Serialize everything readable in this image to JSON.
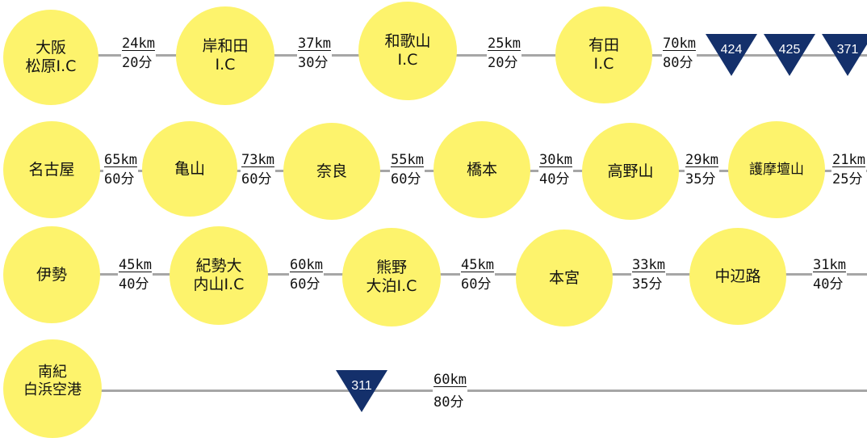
{
  "colors": {
    "node_fill": "#fdf36c",
    "line": "#a6a6a6",
    "route_sign": "#14306b",
    "route_text": "#ffffff"
  },
  "rows": [
    {
      "nodes": [
        {
          "lines": [
            "大阪",
            "松原I.C"
          ]
        },
        {
          "lines": [
            "岸和田",
            "I.C"
          ]
        },
        {
          "lines": [
            "和歌山",
            "I.C"
          ]
        },
        {
          "lines": [
            "有田",
            "I.C"
          ]
        }
      ],
      "segments": [
        {
          "distance": "24km",
          "time": "20分"
        },
        {
          "distance": "37km",
          "time": "30分"
        },
        {
          "distance": "25km",
          "time": "20分"
        },
        {
          "distance": "70km",
          "time": "80分"
        }
      ],
      "route_signs": [
        "424",
        "425",
        "371"
      ]
    },
    {
      "nodes": [
        {
          "lines": [
            "名古屋"
          ]
        },
        {
          "lines": [
            "亀山"
          ]
        },
        {
          "lines": [
            "奈良"
          ]
        },
        {
          "lines": [
            "橋本"
          ]
        },
        {
          "lines": [
            "高野山"
          ]
        },
        {
          "lines": [
            "護摩壇山"
          ]
        }
      ],
      "segments": [
        {
          "distance": "65km",
          "time": "60分"
        },
        {
          "distance": "73km",
          "time": "60分"
        },
        {
          "distance": "55km",
          "time": "60分"
        },
        {
          "distance": "30km",
          "time": "40分"
        },
        {
          "distance": "29km",
          "time": "35分"
        },
        {
          "distance": "21km",
          "time": "25分"
        }
      ]
    },
    {
      "nodes": [
        {
          "lines": [
            "伊勢"
          ]
        },
        {
          "lines": [
            "紀勢大",
            "内山I.C"
          ]
        },
        {
          "lines": [
            "熊野",
            "大泊I.C"
          ]
        },
        {
          "lines": [
            "本宮"
          ]
        },
        {
          "lines": [
            "中辺路"
          ]
        }
      ],
      "segments": [
        {
          "distance": "45km",
          "time": "40分"
        },
        {
          "distance": "60km",
          "time": "60分"
        },
        {
          "distance": "45km",
          "time": "60分"
        },
        {
          "distance": "33km",
          "time": "35分"
        },
        {
          "distance": "31km",
          "time": "40分"
        }
      ]
    },
    {
      "nodes": [
        {
          "lines": [
            "南紀",
            "白浜空港"
          ]
        }
      ],
      "segments": [
        {
          "distance": "60km",
          "time": "80分"
        }
      ],
      "route_signs": [
        "311"
      ]
    }
  ]
}
